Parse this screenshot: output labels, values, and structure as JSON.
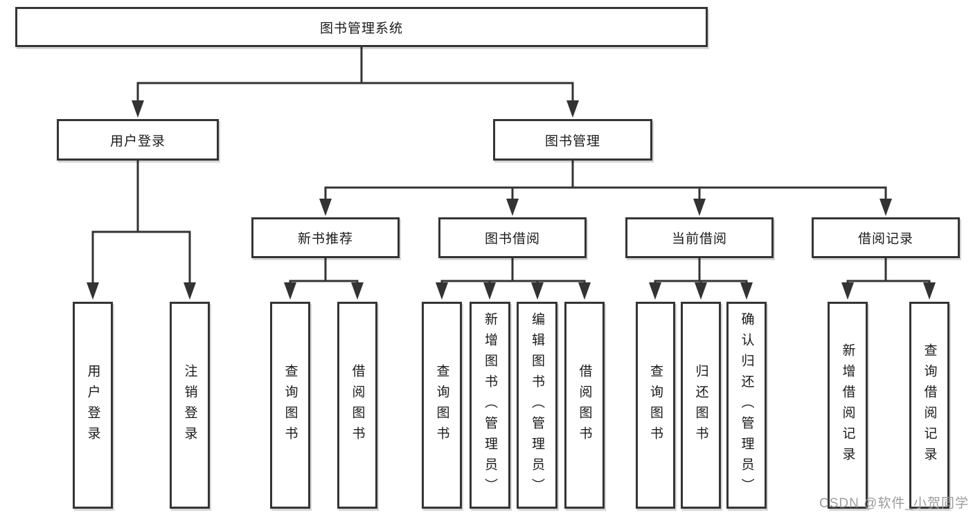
{
  "diagram": {
    "type": "tree",
    "root": {
      "id": "library-management-system",
      "label": "图书管理系统"
    },
    "level2": [
      {
        "id": "user-login",
        "label": "用户登录",
        "children": [
          {
            "id": "leaf-user-login",
            "label": "用户登录"
          },
          {
            "id": "leaf-logout",
            "label": "注销登录"
          }
        ]
      },
      {
        "id": "book-management",
        "label": "图书管理",
        "children": [
          {
            "id": "new-book-recommendation",
            "label": "新书推荐",
            "children": [
              {
                "id": "leaf-query-books",
                "label": "查询图书"
              },
              {
                "id": "leaf-borrow-books",
                "label": "借阅图书"
              }
            ]
          },
          {
            "id": "book-borrowing",
            "label": "图书借阅",
            "children": [
              {
                "id": "leaf-query-books",
                "label": "查询图书"
              },
              {
                "id": "leaf-add-books-admin",
                "label": "新增图书（管理员）"
              },
              {
                "id": "leaf-edit-books-admin",
                "label": "编辑图书（管理员）"
              },
              {
                "id": "leaf-borrow-books",
                "label": "借阅图书"
              }
            ]
          },
          {
            "id": "current-borrowing",
            "label": "当前借阅",
            "children": [
              {
                "id": "leaf-query-books",
                "label": "查询图书"
              },
              {
                "id": "leaf-return-books",
                "label": "归还图书"
              },
              {
                "id": "leaf-confirm-return-admin",
                "label": "确认归还（管理员）"
              }
            ]
          },
          {
            "id": "borrowing-records",
            "label": "借阅记录",
            "children": [
              {
                "id": "leaf-add-borrow-record",
                "label": "新增借阅记录"
              },
              {
                "id": "leaf-query-borrow-record",
                "label": "查询借阅记录"
              }
            ]
          }
        ]
      }
    ]
  },
  "watermark": {
    "text": "CSDN @软件_小贺同学"
  },
  "colors": {
    "line": "#333333",
    "box_border": "#343434",
    "text": "#1a1a1a",
    "background": "#ffffff",
    "watermark": "#9c9c9c"
  }
}
